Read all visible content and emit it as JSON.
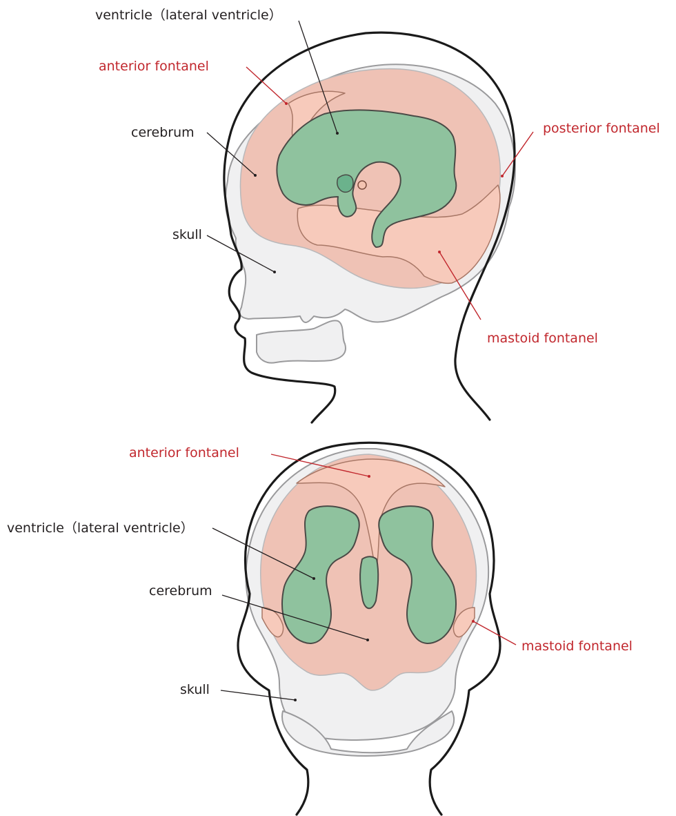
{
  "side_view": {
    "labels": {
      "ventricle": "ventricle（lateral ventricle）",
      "anterior_fontanel": "anterior fontanel",
      "cerebrum": "cerebrum",
      "posterior_fontanel": "posterior fontanel",
      "skull": "skull",
      "mastoid_fontanel": "mastoid fontanel"
    }
  },
  "back_view": {
    "labels": {
      "anterior_fontanel": "anterior fontanel",
      "ventricle": "ventricle（lateral ventricle）",
      "cerebrum": "cerebrum",
      "mastoid_fontanel": "mastoid fontanel",
      "skull": "skull"
    }
  },
  "colors": {
    "anatomy_label": "#231f20",
    "fontanel_label": "#c1272d",
    "brain": "#efc2b5",
    "ventricle": "#8fc29e",
    "skull": "#f0f0f1"
  }
}
